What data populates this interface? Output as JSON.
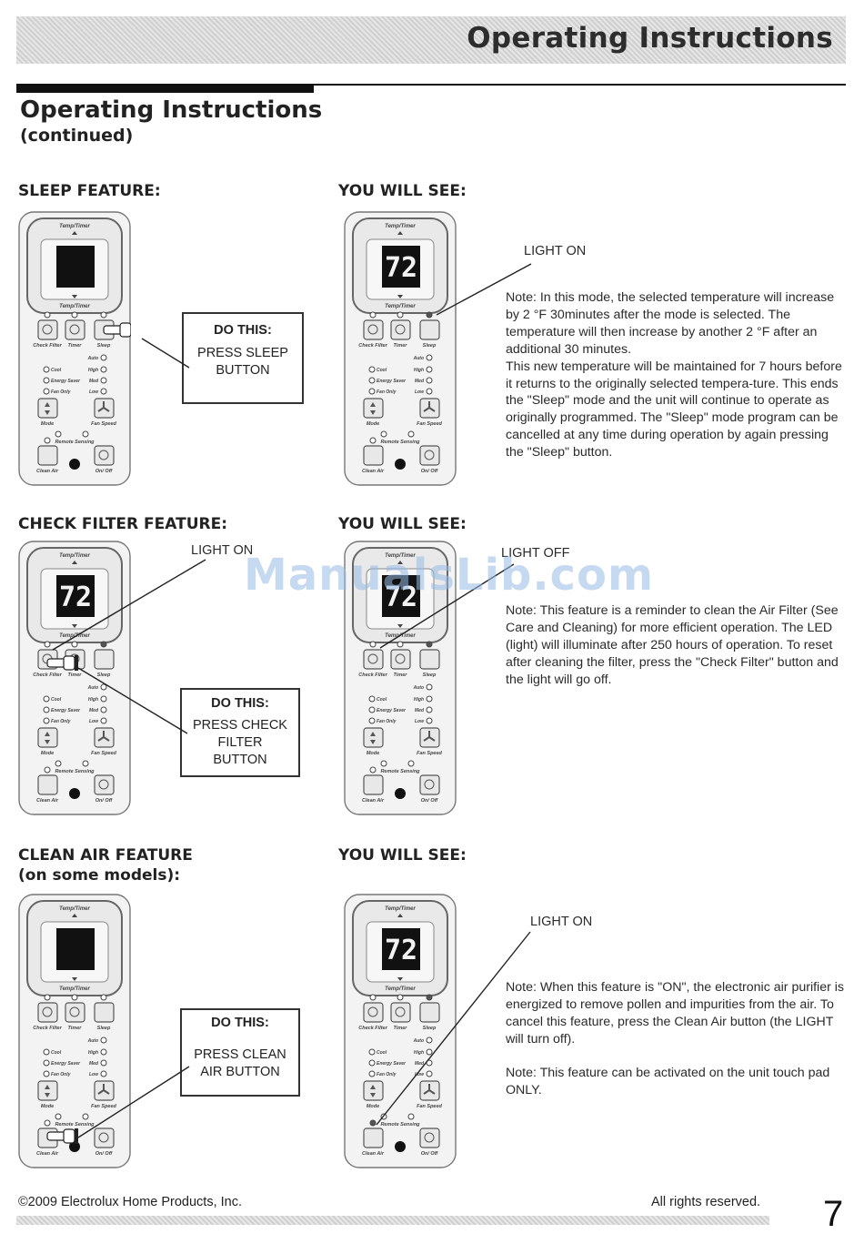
{
  "header": {
    "banner_title": "Operating Instructions"
  },
  "title": {
    "main": "Operating Instructions",
    "sub": "(continued)"
  },
  "remote_labels": {
    "top": "Temp/Timer",
    "bottom": "Temp/Timer",
    "check_filter": "Check Filter",
    "timer": "Timer",
    "sleep": "Sleep",
    "auto": "Auto",
    "cool": "Cool",
    "high": "High",
    "energy_saver": "Energy Saver",
    "med": "Med",
    "fan_only": "Fan Only",
    "low": "Low",
    "mode": "Mode",
    "fan_speed": "Fan Speed",
    "remote_sensing": "Remote Sensing",
    "clean_air": "Clean Air",
    "on_off": "On/ Off",
    "display_value": "72"
  },
  "sections": [
    {
      "feature_label": "SLEEP FEATURE:",
      "you_will_see_label": "YOU WILL SEE:",
      "do_this_title": "DO THIS:",
      "do_this_lines": [
        "PRESS SLEEP",
        "BUTTON"
      ],
      "callout_label": "LIGHT ON",
      "note_paragraphs": [
        "Note: In this mode, the selected temperature will increase by 2 °F 30minutes after the mode is selected. The temperature will then increase by another 2 °F after an additional 30 minutes.",
        "This new temperature will be maintained for 7 hours before it returns to the originally selected tempera-ture. This ends the \"Sleep\" mode and the unit will continue to operate as originally programmed. The \"Sleep\" mode program can be cancelled at any time during operation by again pressing the \"Sleep\" button."
      ]
    },
    {
      "feature_label": "CHECK FILTER FEATURE:",
      "you_will_see_label": "YOU WILL SEE:",
      "do_this_title": "DO THIS:",
      "do_this_lines": [
        "PRESS CHECK",
        "FILTER",
        "BUTTON"
      ],
      "left_callout_label": "LIGHT ON",
      "callout_label": "LIGHT OFF",
      "note_paragraphs": [
        "Note: This feature is a reminder to clean the Air Filter (See Care and Cleaning) for more efficient operation. The LED (light) will illuminate after 250 hours of operation. To reset after cleaning the filter, press the \"Check Filter\" button and the light will go off."
      ]
    },
    {
      "feature_label": "CLEAN AIR FEATURE",
      "feature_sublabel": "(on some models):",
      "you_will_see_label": "YOU WILL SEE:",
      "do_this_title": "DO THIS:",
      "do_this_lines": [
        "PRESS CLEAN",
        "AIR BUTTON"
      ],
      "callout_label": "LIGHT ON",
      "note_paragraphs": [
        "Note: When this feature is \"ON\", the electronic air purifier is energized to remove pollen and impurities from the air. To cancel this feature, press the Clean Air button (the LIGHT will turn off).",
        "Note: This feature can be activated on the unit touch pad ONLY."
      ]
    }
  ],
  "watermark": "ManualsLib.com",
  "footer": {
    "copyright": "©2009 Electrolux Home Products, Inc.",
    "rights": "All rights reserved.",
    "page_number": "7"
  }
}
